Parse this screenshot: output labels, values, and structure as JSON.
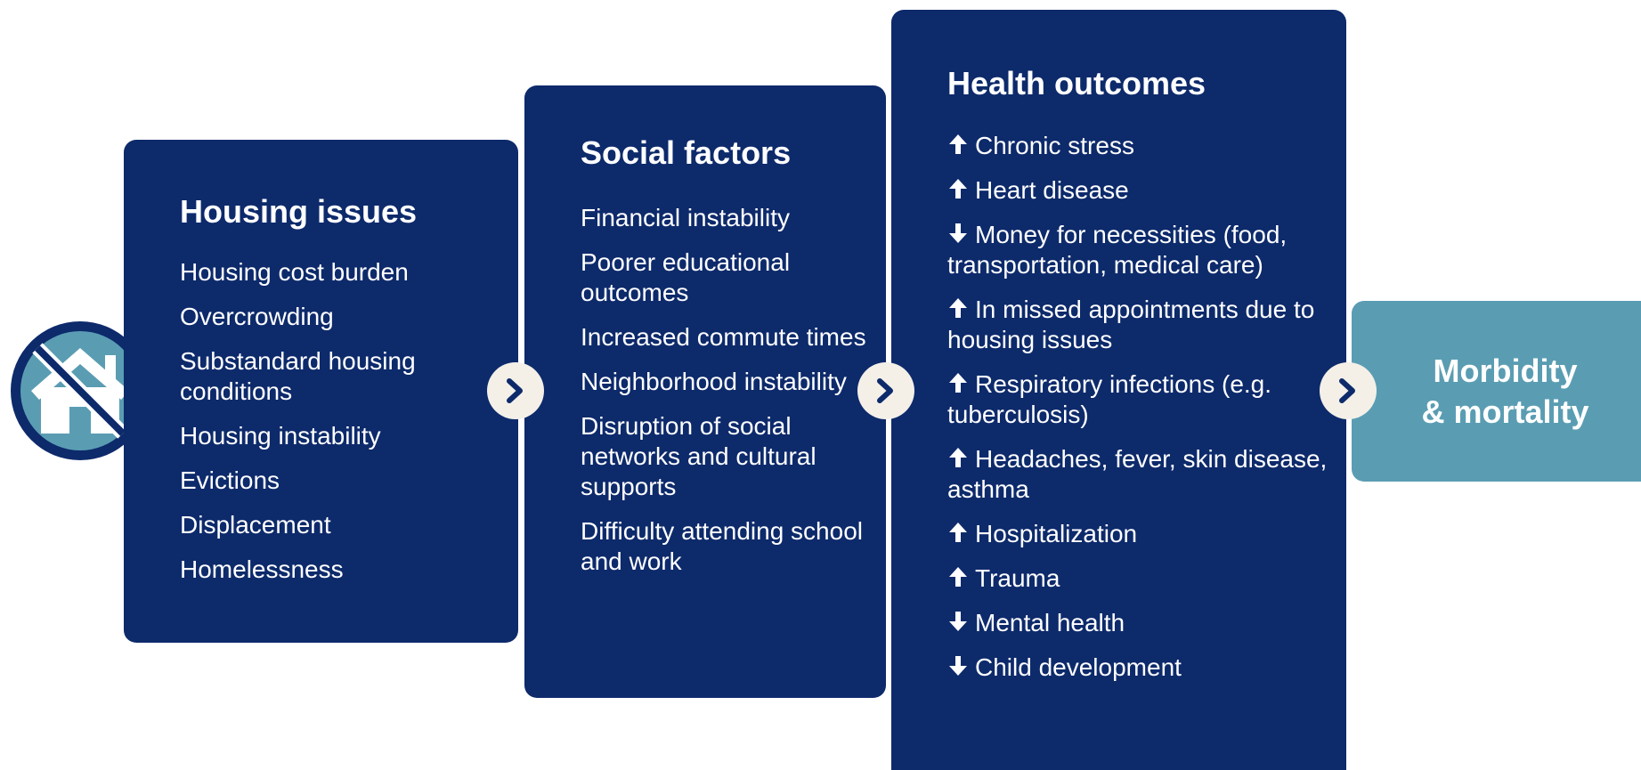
{
  "housing": {
    "title": "Housing issues",
    "items": [
      "Housing cost burden",
      "Overcrowding",
      "Substandard housing conditions",
      "Housing instability",
      "Evictions",
      "Displacement",
      "Homelessness"
    ]
  },
  "social": {
    "title": "Social factors",
    "items": [
      "Financial instability",
      "Poorer educational outcomes",
      "Increased commute times",
      "Neighborhood instability",
      "Disruption of social networks and cultural supports",
      "Difficulty attending school and work"
    ]
  },
  "health": {
    "title": "Health outcomes",
    "items": [
      {
        "direction": "up",
        "text": "Chronic stress"
      },
      {
        "direction": "up",
        "text": "Heart disease"
      },
      {
        "direction": "down",
        "text": "Money for necessities (food, transportation, medical care)"
      },
      {
        "direction": "up",
        "text": "In missed appointments due to housing issues"
      },
      {
        "direction": "up",
        "text": "Respiratory infections (e.g. tuberculosis)"
      },
      {
        "direction": "up",
        "text": "Headaches, fever, skin disease, asthma"
      },
      {
        "direction": "up",
        "text": "Hospitalization"
      },
      {
        "direction": "up",
        "text": "Trauma"
      },
      {
        "direction": "down",
        "text": "Mental health"
      },
      {
        "direction": "down",
        "text": "Child development"
      }
    ]
  },
  "outcome": {
    "text": "Morbidity\n& mortality"
  },
  "icons": {
    "no_housing": "no-housing-icon",
    "chevron": "chevron-right-icon",
    "up": "arrow-up-icon",
    "down": "arrow-down-icon"
  },
  "colors": {
    "panel": "#0d2a6b",
    "outcome": "#5a9db3",
    "chevron_bg": "#f4f0e8"
  }
}
